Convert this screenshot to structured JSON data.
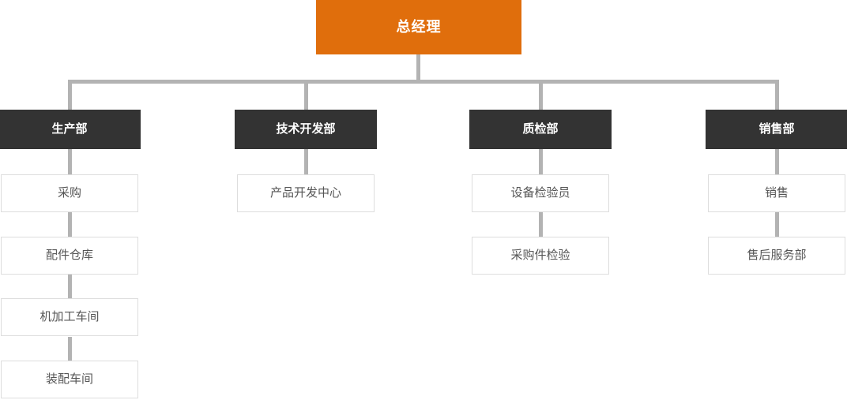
{
  "org": {
    "root": {
      "label": "总经理"
    },
    "departments": [
      {
        "label": "生产部",
        "children": [
          "采购",
          "配件仓库",
          "机加工车间",
          "装配车间"
        ]
      },
      {
        "label": "技术开发部",
        "children": [
          "产品开发中心"
        ]
      },
      {
        "label": "质检部",
        "children": [
          "设备检验员",
          "采购件检验"
        ]
      },
      {
        "label": "销售部",
        "children": [
          "销售",
          "售后服务部"
        ]
      }
    ]
  },
  "theme": {
    "page_bg": "#ffffff",
    "root_bg": "#e06e0c",
    "dept_bg": "#333333",
    "connector": "#b3b3b3",
    "node_border": "#dddddd",
    "node_text": "#555555"
  }
}
